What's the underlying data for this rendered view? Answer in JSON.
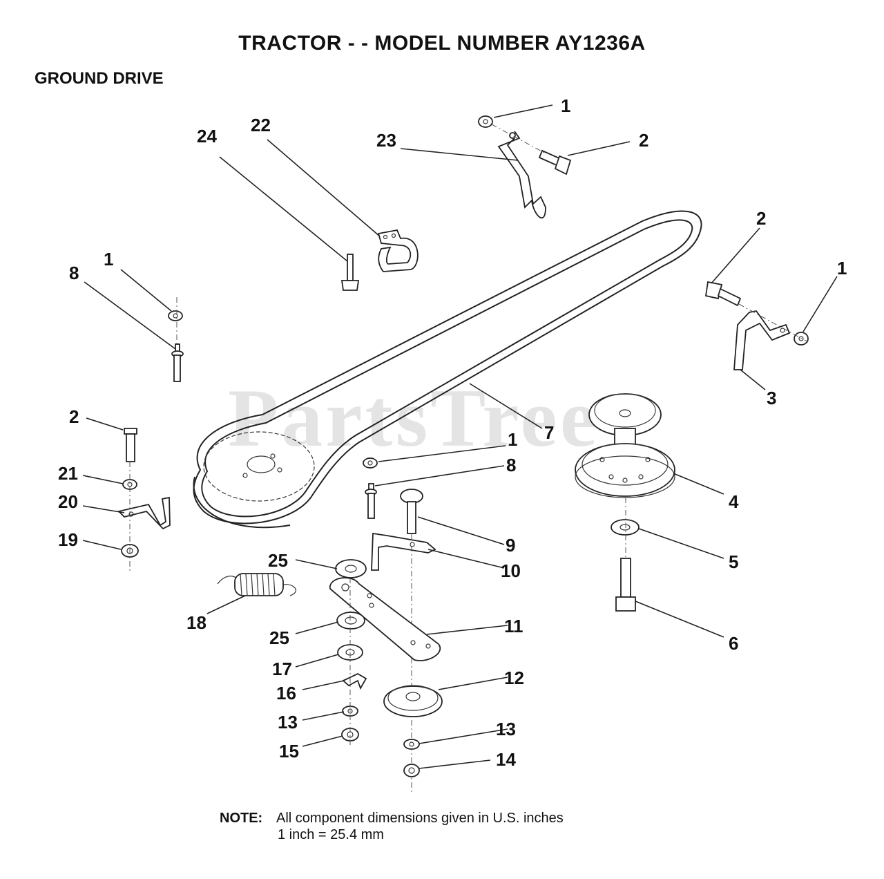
{
  "header": {
    "title": "TRACTOR - - MODEL NUMBER  AY1236A",
    "section": "GROUND DRIVE"
  },
  "watermark": "PartsTree",
  "callouts": {
    "c1_top": "1",
    "c2_top": "2",
    "c23": "23",
    "c22": "22",
    "c24": "24",
    "c2_right": "2",
    "c1_right": "1",
    "c3": "3",
    "c1_left": "1",
    "c8_left": "8",
    "c7": "7",
    "c2_left": "2",
    "c21": "21",
    "c20": "20",
    "c19": "19",
    "c1_mid": "1",
    "c8_mid": "8",
    "c4": "4",
    "c9": "9",
    "c10": "10",
    "c5": "5",
    "c25_top": "25",
    "c18": "18",
    "c6": "6",
    "c11": "11",
    "c25_bot": "25",
    "c17": "17",
    "c12": "12",
    "c16": "16",
    "c13_left": "13",
    "c13_right": "13",
    "c15": "15",
    "c14": "14"
  },
  "note": {
    "label": "NOTE:",
    "line1": "All component dimensions given in U.S. inches",
    "line2": "1 inch = 25.4 mm"
  }
}
